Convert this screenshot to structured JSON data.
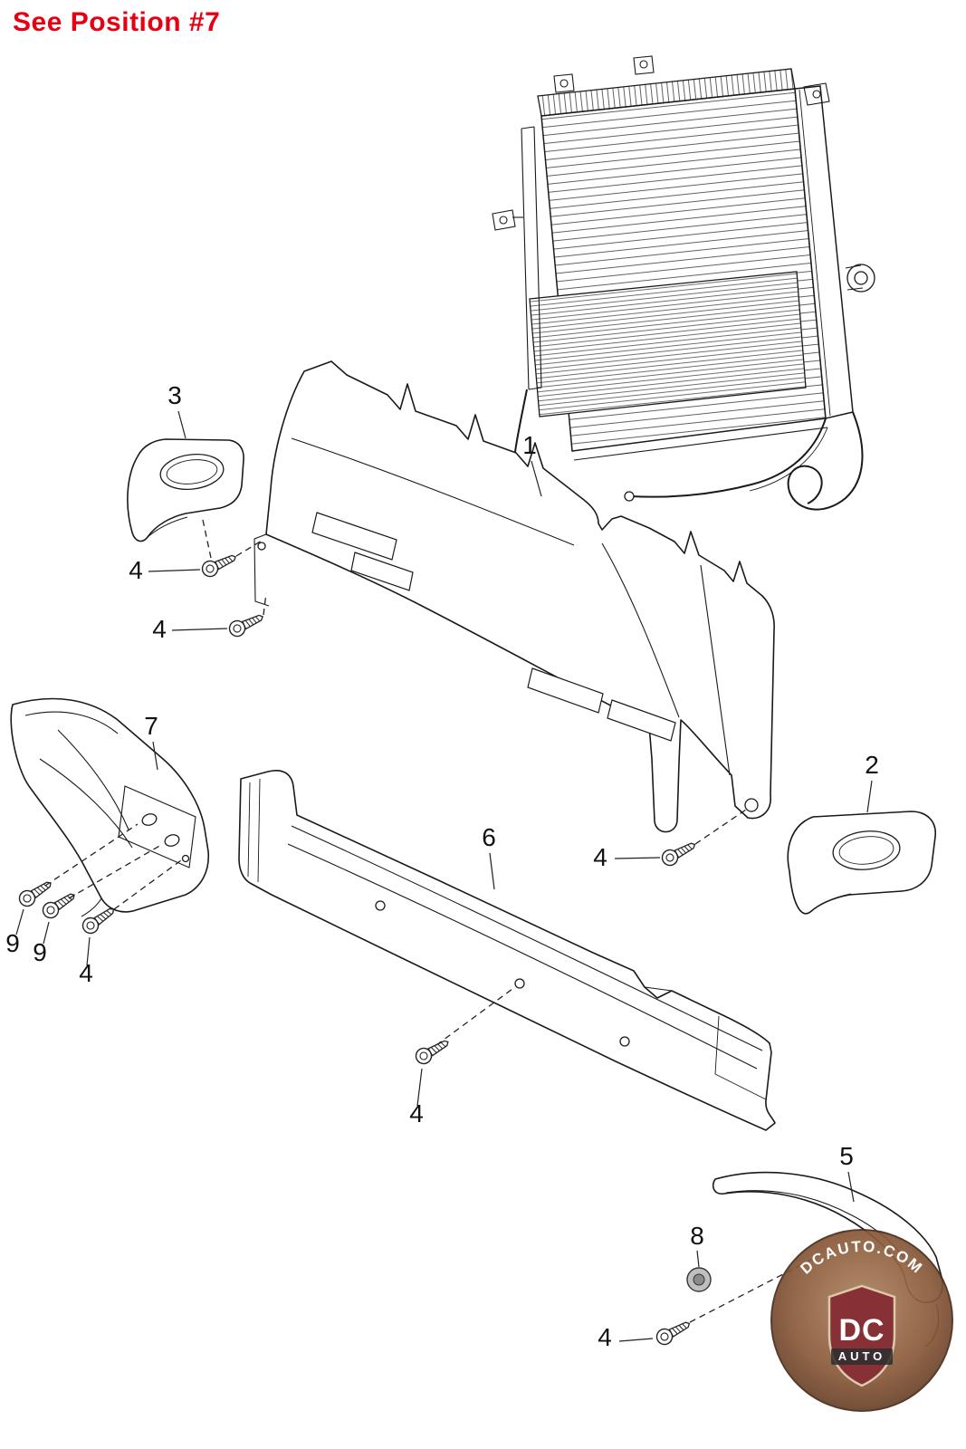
{
  "page": {
    "note": "See Position #7",
    "note_color": "#e60012",
    "background": "#ffffff",
    "line_color": "#1a1a1a"
  },
  "watermark": {
    "site": "DCAUTO.COM",
    "monogram": "DC",
    "word": "AUTO",
    "badge_color": "#6b4128",
    "shield_color": "#7d1f26"
  },
  "callouts": [
    {
      "label": "3"
    },
    {
      "label": "1"
    },
    {
      "label": "4"
    },
    {
      "label": "4"
    },
    {
      "label": "7"
    },
    {
      "label": "2"
    },
    {
      "label": "4"
    },
    {
      "label": "9"
    },
    {
      "label": "9"
    },
    {
      "label": "4"
    },
    {
      "label": "6"
    },
    {
      "label": "4"
    },
    {
      "label": "5"
    },
    {
      "label": "8"
    },
    {
      "label": "4"
    }
  ]
}
